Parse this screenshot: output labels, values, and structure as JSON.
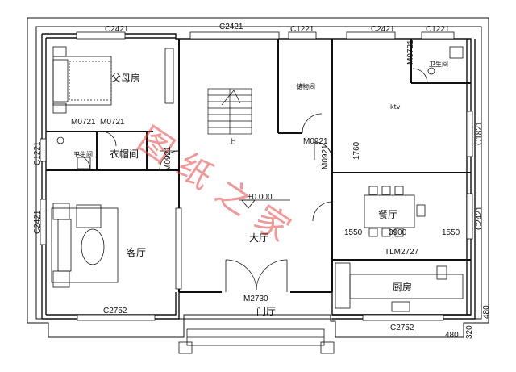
{
  "dims": {
    "top": [
      "C2421",
      "C2421",
      "C1221",
      "C2421",
      "C1221"
    ],
    "left": [
      "C1221",
      "C2421"
    ],
    "right": [
      "C1821",
      "C2421"
    ],
    "bottom": [
      "C2752",
      "C2752"
    ],
    "bottom_right": [
      "480",
      "320",
      "480"
    ]
  },
  "rooms": {
    "parents": "父母房",
    "storage": "储物间",
    "ktv": "ktv",
    "cloakroom": "衣帽间",
    "bath": "卫生间",
    "dining": "餐厅",
    "living": "客厅",
    "hall": "大厅",
    "kitchen": "厨房",
    "entry": "门厅"
  },
  "doors": {
    "m0721a": "M0721",
    "m0721b": "M0721",
    "m0921a": "M0921",
    "m0921b": "M0921",
    "m0921c": "M0921",
    "m0721c": "M0721",
    "m2730": "M2730",
    "tlm": "TLM2727"
  },
  "annotations": {
    "elevation": "±0.000",
    "d1760": "1760",
    "d1550a": "1550",
    "d3900": "3900",
    "d1550b": "1550",
    "arrow": "上"
  },
  "watermark": "图纸之家"
}
